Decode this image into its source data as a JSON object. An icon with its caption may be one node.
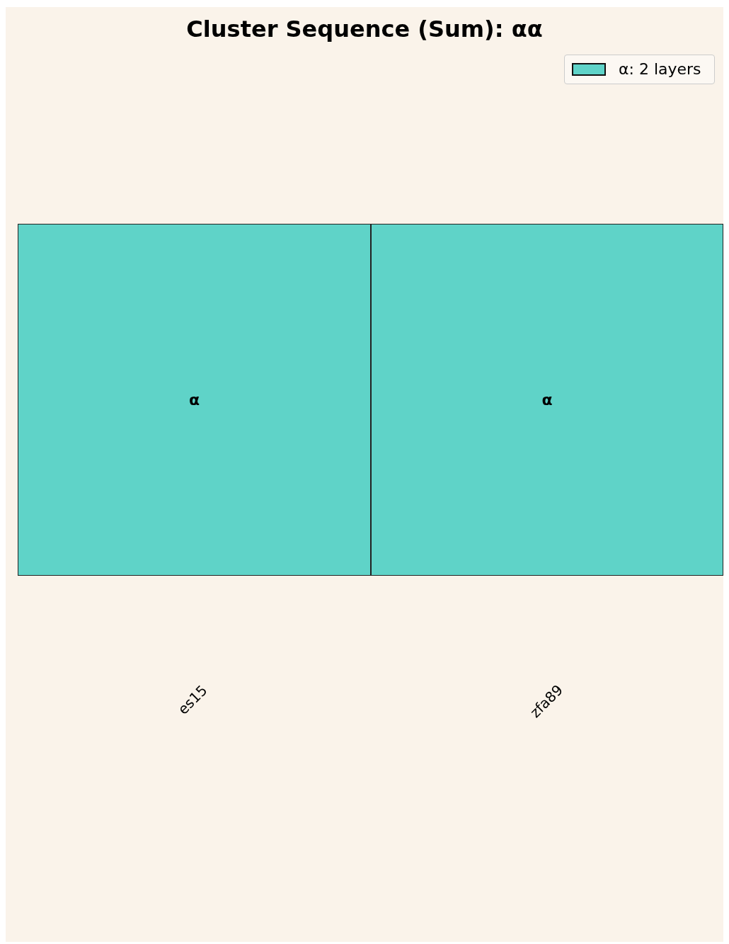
{
  "diagram": {
    "title": "Cluster Sequence (Sum): αα",
    "nodes": [
      {
        "text": [
          "α"
        ]
      },
      {
        "text": [
          "α"
        ]
      }
    ],
    "labels": [
      "es15",
      "zfa89"
    ],
    "legend": [
      {
        "text": "α: 2 layers",
        "color": "#5fd3c8"
      }
    ]
  }
}
